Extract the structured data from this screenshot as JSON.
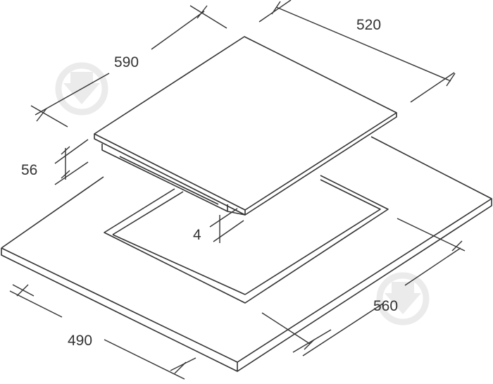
{
  "diagram": {
    "subject": "built-in hob installation diagram",
    "colors": {
      "line": "#333333",
      "background": "#ffffff",
      "watermark": "#dcdcdc"
    },
    "dimensions": {
      "hob_width": "520",
      "hob_depth": "590",
      "hob_height": "56",
      "gap": "4",
      "cutout_width": "560",
      "cutout_depth": "490"
    },
    "watermark_icon": "circle-down-arrow-icon"
  }
}
